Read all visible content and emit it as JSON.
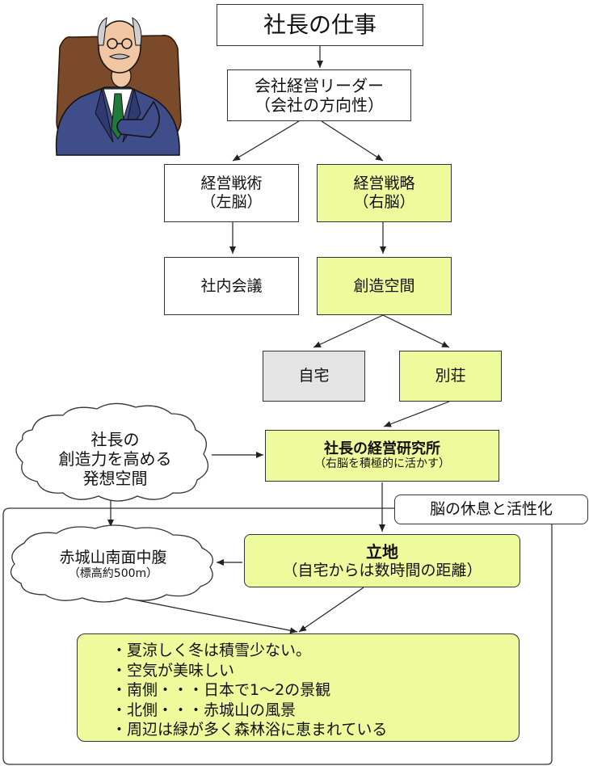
{
  "colors": {
    "green": "#eefb9c",
    "grey": "#e4e4e4",
    "line": "#333333"
  },
  "title": "社長の仕事",
  "leader": {
    "line1": "会社経営リーダー",
    "line2": "（会社の方向性）"
  },
  "tactics": {
    "line1": "経営戦術",
    "line2": "（左脳）"
  },
  "strategy": {
    "line1": "経営戦略",
    "line2": "（右脳）"
  },
  "meeting": "社内会議",
  "creative_space": "創造空間",
  "home": "自宅",
  "villa": "別荘",
  "idea_cloud": {
    "line1": "社長の",
    "line2": "創造力を高める",
    "line3": "発想空間"
  },
  "institute": {
    "title": "社長の経営研究所",
    "subtitle": "（右脳を積極的に活かす）"
  },
  "brain_rest": "脳の休息と活性化",
  "location_cloud": {
    "line1": "赤城山南面中腹",
    "line2": "（標高約500m）"
  },
  "location": {
    "title": "立地",
    "subtitle": "（自宅からは数時間の距離）"
  },
  "features": [
    "・夏涼しく冬は積雪少ない。",
    "・空気が美味しい",
    "・南側・・・日本で1～2の景観",
    "・北側・・・赤城山の風景",
    "・周辺は緑が多く森林浴に恵まれている"
  ]
}
